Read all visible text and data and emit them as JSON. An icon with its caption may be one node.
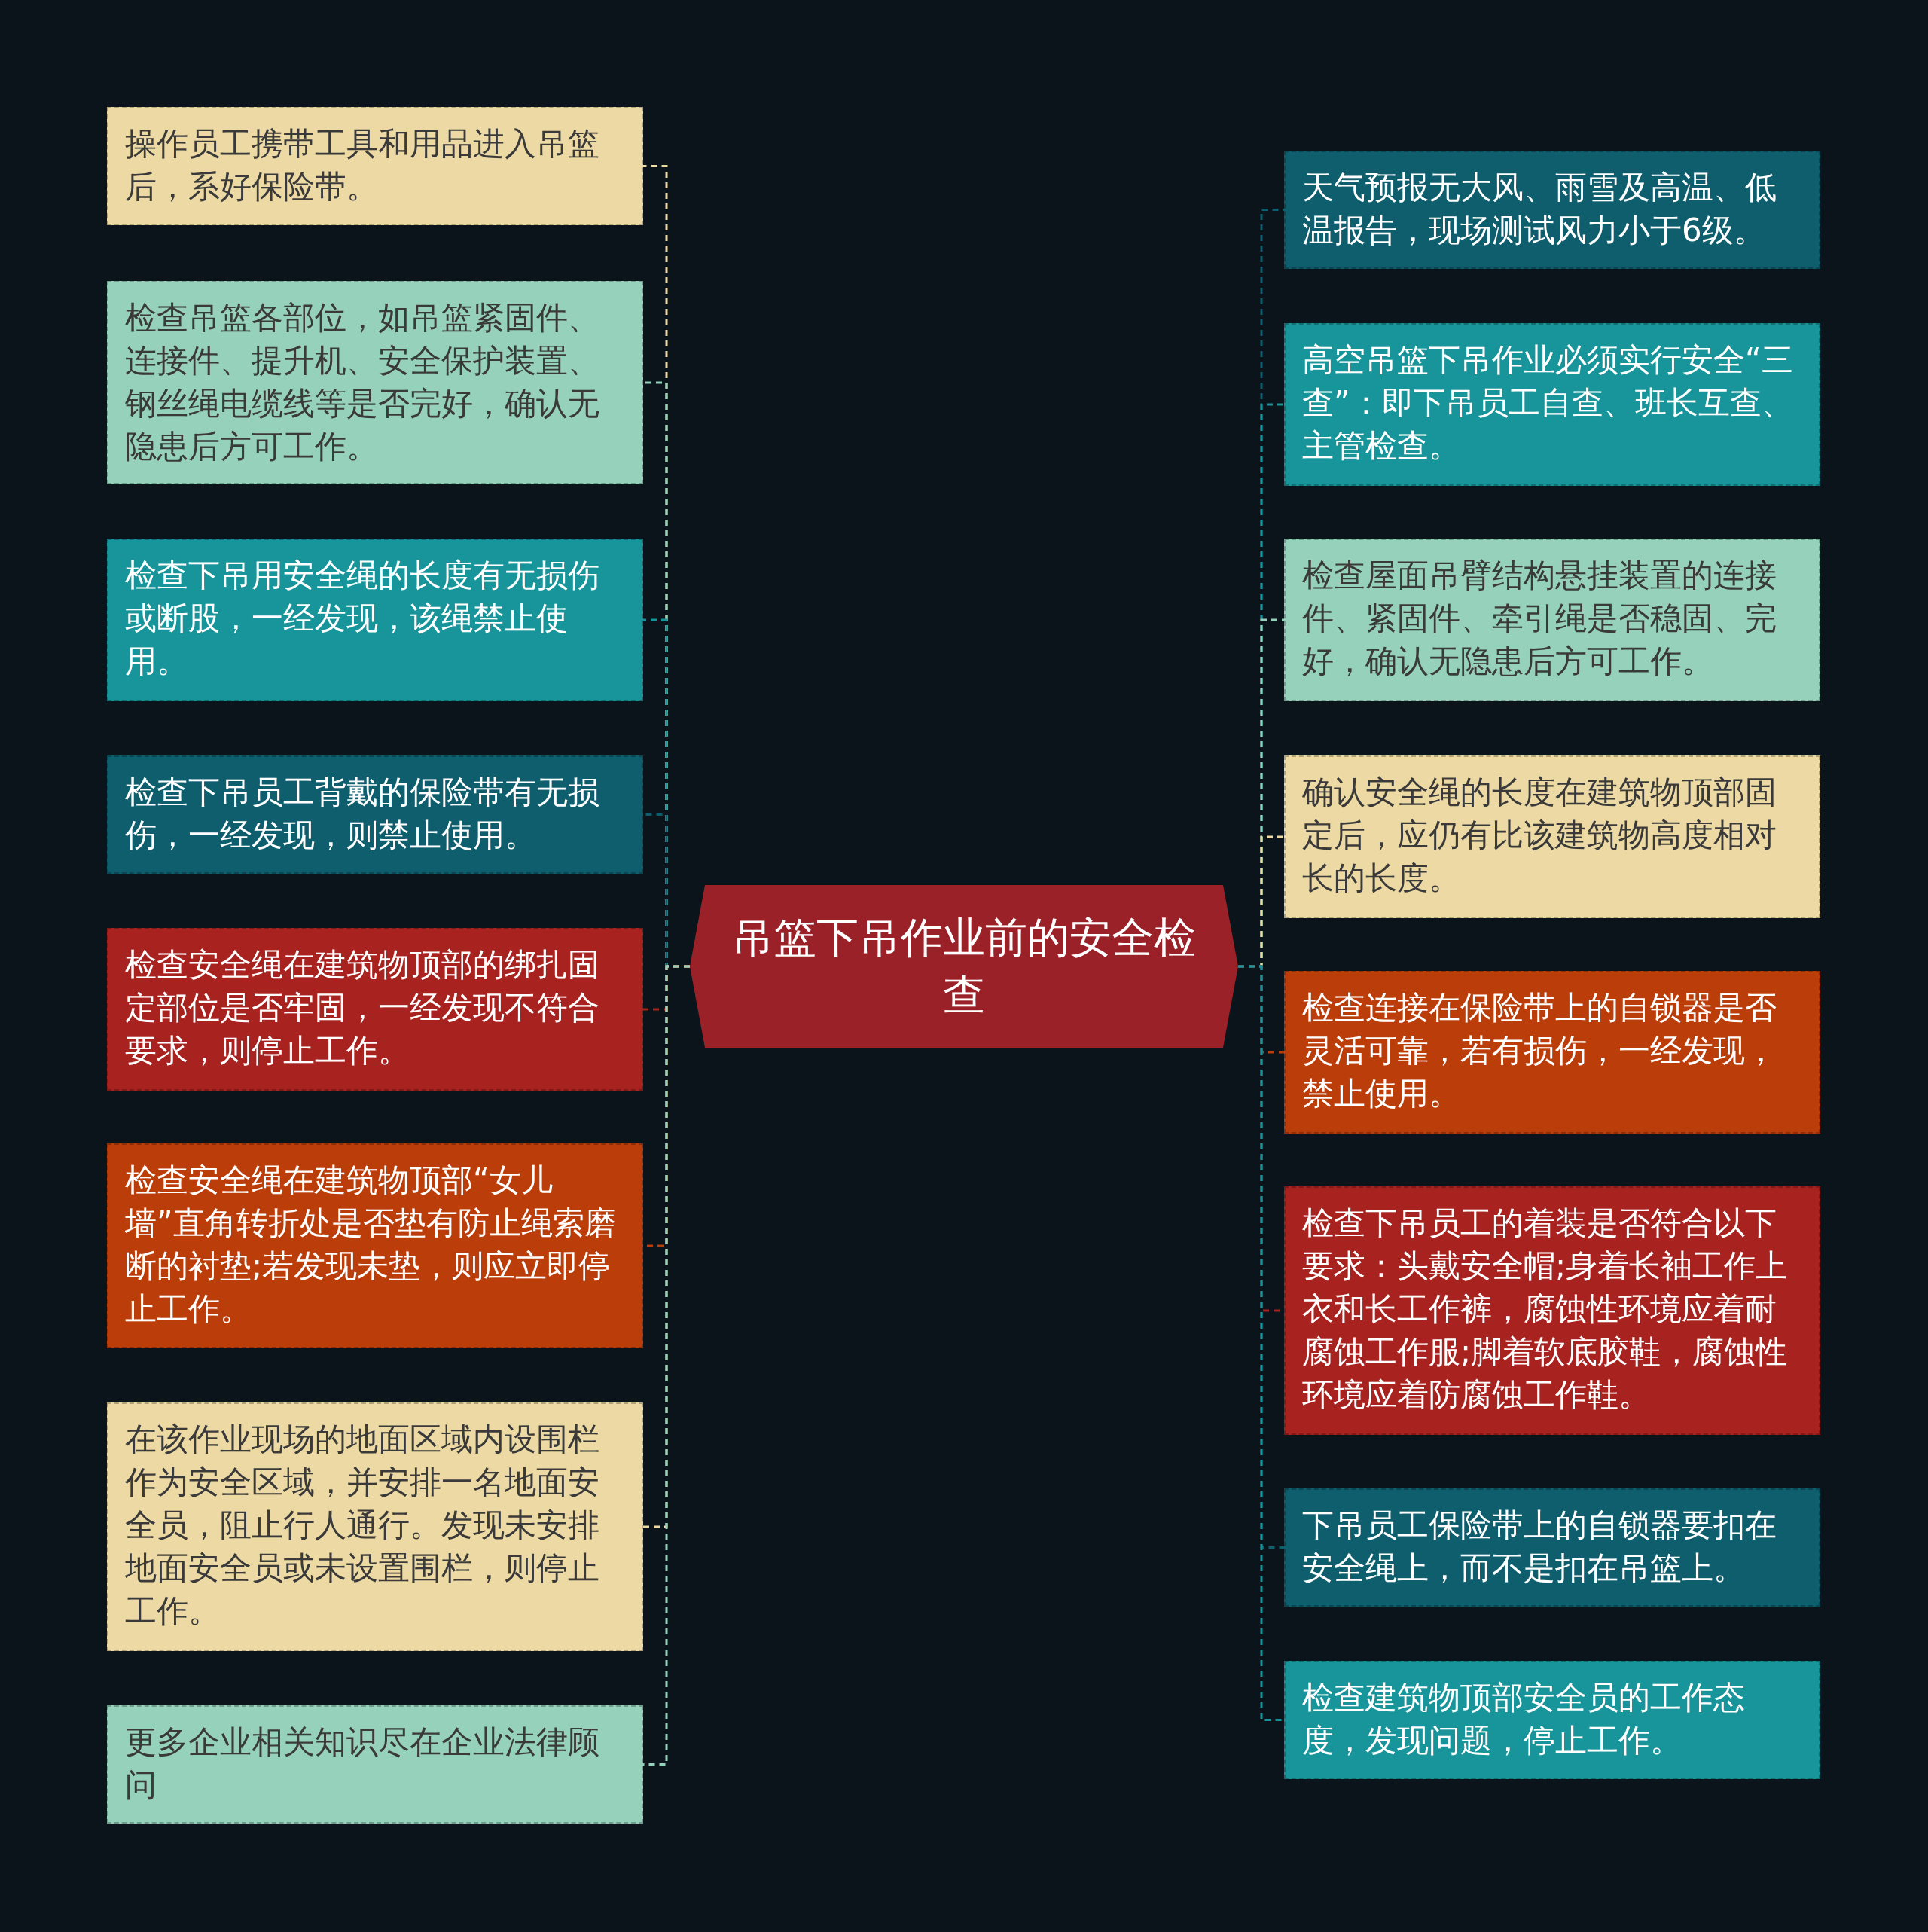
{
  "diagram": {
    "nodes": [
      {
        "text": [
          "吊篮下吊作业前的安全检查"
        ]
      },
      {
        "text": [
          "操作员工携带工具和用品进入吊篮后，系好保险带。"
        ]
      },
      {
        "text": [
          "检查吊篮各部位，如吊篮紧固件、连接件、提升机、安全保护装置、钢丝绳电缆线等是否完好，确认无隐患后方可工作。"
        ]
      },
      {
        "text": [
          "检查下吊用安全绳的长度有无损伤或断股，一经发现，该绳禁止使用。"
        ]
      },
      {
        "text": [
          "检查下吊员工背戴的保险带有无损伤，一经发现，则禁止使用。"
        ]
      },
      {
        "text": [
          "检查安全绳在建筑物顶部的绑扎固定部位是否牢固，一经发现不符合要求，则停止工作。"
        ]
      },
      {
        "text": [
          "检查安全绳在建筑物顶部“女儿墙”直角转折处是否垫有防止绳索磨断的衬垫;若发现未垫，则应立即停止工作。"
        ]
      },
      {
        "text": [
          "在该作业现场的地面区域内设围栏作为安全区域，并安排一名地面安全员，阻止行人通行。发现未安排地面安全员或未设置围栏，则停止工作。"
        ]
      },
      {
        "text": [
          "更多企业相关知识尽在企业法律顾问"
        ]
      },
      {
        "text": [
          "天气预报无大风、雨雪及高温、低温报告，现场测试风力小于6级。"
        ]
      },
      {
        "text": [
          "高空吊篮下吊作业必须实行安全“三查”：即下吊员工自查、班长互查、主管检查。"
        ]
      },
      {
        "text": [
          "检查屋面吊臂结构悬挂装置的连接件、紧固件、牵引绳是否稳固、完好，确认无隐患后方可工作。"
        ]
      },
      {
        "text": [
          "确认安全绳的长度在建筑物顶部固定后，应仍有比该建筑物高度相对长的长度。"
        ]
      },
      {
        "text": [
          "检查连接在保险带上的自锁器是否灵活可靠，若有损伤，一经发现，禁止使用。"
        ]
      },
      {
        "text": [
          "检查下吊员工的着装是否符合以下要求：头戴安全帽;身着长袖工作上衣和长工作裤，腐蚀性环境应着耐腐蚀工作服;脚着软底胶鞋，腐蚀性环境应着防腐蚀工作鞋。"
        ]
      },
      {
        "text": [
          "下吊员工保险带上的自锁器要扣在安全绳上，而不是扣在吊篮上。"
        ]
      },
      {
        "text": [
          "检查建筑物顶部安全员的工作态度，发现问题，停止工作。"
        ]
      }
    ],
    "edges": [
      {
        "from": 0,
        "to": 1,
        "arrow": "none",
        "style": "dashed",
        "color": "#ecd9a3"
      },
      {
        "from": 0,
        "to": 2,
        "arrow": "none",
        "style": "dashed",
        "color": "#96d1bb"
      },
      {
        "from": 0,
        "to": 3,
        "arrow": "none",
        "style": "dashed",
        "color": "#17959a"
      },
      {
        "from": 0,
        "to": 4,
        "arrow": "none",
        "style": "dashed",
        "color": "#0e5e6e"
      },
      {
        "from": 0,
        "to": 5,
        "arrow": "none",
        "style": "dashed",
        "color": "#a8221f"
      },
      {
        "from": 0,
        "to": 6,
        "arrow": "none",
        "style": "dashed",
        "color": "#bb3d09"
      },
      {
        "from": 0,
        "to": 7,
        "arrow": "none",
        "style": "dashed",
        "color": "#ecd9a3"
      },
      {
        "from": 0,
        "to": 8,
        "arrow": "none",
        "style": "dashed",
        "color": "#96d1bb"
      },
      {
        "from": 0,
        "to": 9,
        "arrow": "none",
        "style": "dashed",
        "color": "#0e5e6e"
      },
      {
        "from": 0,
        "to": 10,
        "arrow": "none",
        "style": "dashed",
        "color": "#17959a"
      },
      {
        "from": 0,
        "to": 11,
        "arrow": "none",
        "style": "dashed",
        "color": "#96d1bb"
      },
      {
        "from": 0,
        "to": 12,
        "arrow": "none",
        "style": "dashed",
        "color": "#ecd9a3"
      },
      {
        "from": 0,
        "to": 13,
        "arrow": "none",
        "style": "dashed",
        "color": "#bb3d09"
      },
      {
        "from": 0,
        "to": 14,
        "arrow": "none",
        "style": "dashed",
        "color": "#a8221f"
      },
      {
        "from": 0,
        "to": 15,
        "arrow": "none",
        "style": "dashed",
        "color": "#0e5e6e"
      },
      {
        "from": 0,
        "to": 16,
        "arrow": "none",
        "style": "dashed",
        "color": "#17959a"
      }
    ]
  }
}
